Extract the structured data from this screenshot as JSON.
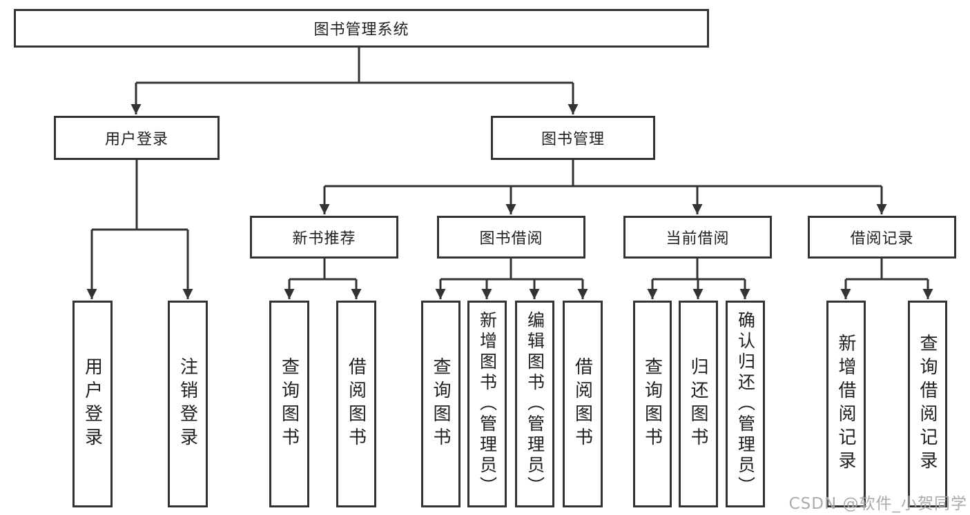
{
  "colors": {
    "line": "#333333",
    "box_border": "#333333",
    "box_background": "#ffffff",
    "text": "#1f1f1f",
    "watermark": "#a6a6a6",
    "page_background": "#ffffff"
  },
  "watermark": {
    "text": "CSDN @软件_小贺同学"
  },
  "tree": {
    "root": {
      "label": "图书管理系统"
    },
    "children": [
      {
        "label": "用户登录",
        "children": [
          {
            "label": "用户登录"
          },
          {
            "label": "注销登录"
          }
        ]
      },
      {
        "label": "图书管理",
        "children": [
          {
            "label": "新书推荐",
            "children": [
              {
                "label": "查询图书"
              },
              {
                "label": "借阅图书"
              }
            ]
          },
          {
            "label": "图书借阅",
            "children": [
              {
                "label": "查询图书"
              },
              {
                "label": "新增图书（管理员）"
              },
              {
                "label": "编辑图书（管理员）"
              },
              {
                "label": "借阅图书"
              }
            ]
          },
          {
            "label": "当前借阅",
            "children": [
              {
                "label": "查询图书"
              },
              {
                "label": "归还图书"
              },
              {
                "label": "确认归还（管理员）"
              }
            ]
          },
          {
            "label": "借阅记录",
            "children": [
              {
                "label": "新增借阅记录"
              },
              {
                "label": "查询借阅记录"
              }
            ]
          }
        ]
      }
    ]
  }
}
